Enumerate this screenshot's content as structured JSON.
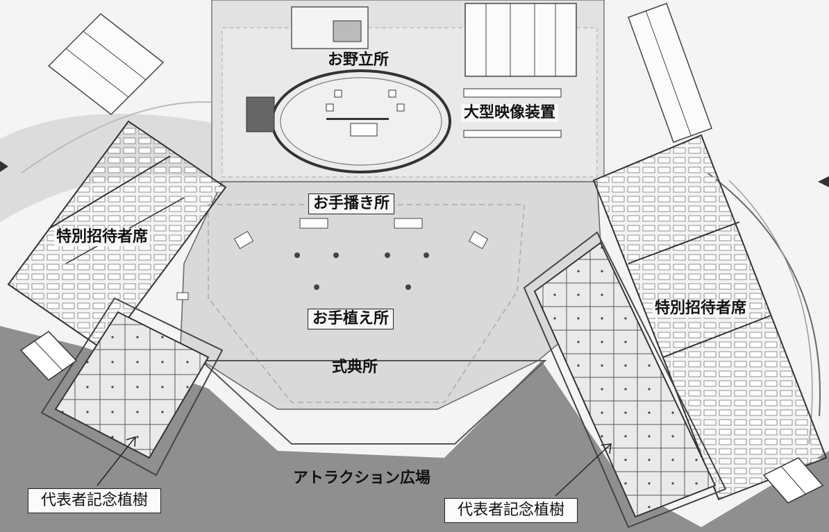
{
  "labels": {
    "onodate": "お野立所",
    "screen": "大型映像装置",
    "tekaki": "お手播き所",
    "teue": "お手植え所",
    "shikiten": "式典所",
    "guest_left": "特別招待者席",
    "guest_right": "特別招待者席",
    "attraction": "アトラクション広場",
    "rep_left": "代表者記念植樹",
    "rep_right": "代表者記念植樹"
  },
  "colors": {
    "background": "#f6f6f6",
    "ground_dark": "#8c8c8c",
    "plaza": "#d9d9d9",
    "tent": "#fafafa",
    "line": "#555555"
  }
}
